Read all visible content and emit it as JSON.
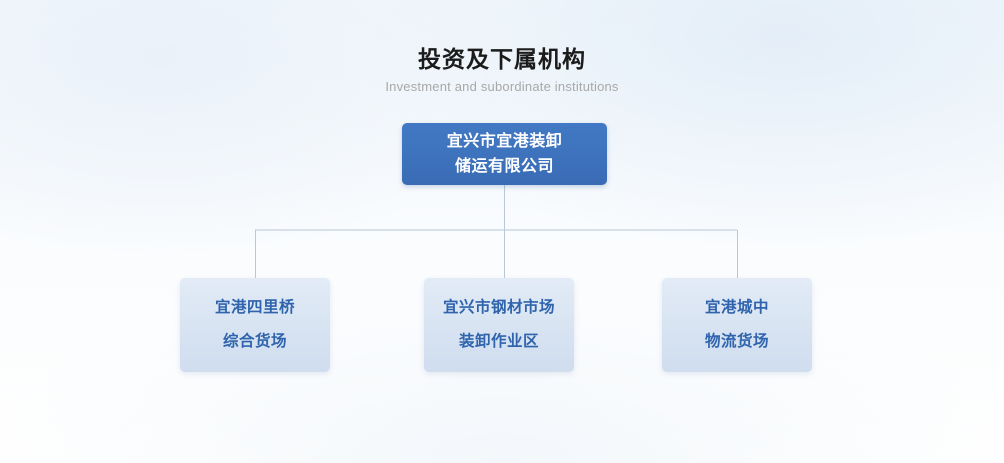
{
  "heading": {
    "title_cn": "投资及下属机构",
    "title_en": "Investment and subordinate institutions"
  },
  "org_chart": {
    "root": {
      "line1": "宜兴市宜港装卸",
      "line2": "储运有限公司"
    },
    "children": [
      {
        "line1": "宜港四里桥",
        "line2": "综合货场"
      },
      {
        "line1": "宜兴市钢材市场",
        "line2": "装卸作业区"
      },
      {
        "line1": "宜港城中",
        "line2": "物流货场"
      }
    ]
  },
  "colors": {
    "root_bg": "#3f74bf",
    "root_text": "#ffffff",
    "child_bg": "#d9e5f3",
    "child_text": "#2f64ad",
    "connector": "#b9c7d8",
    "title_cn": "#1b1b1b",
    "title_en": "#a8a8a8"
  }
}
